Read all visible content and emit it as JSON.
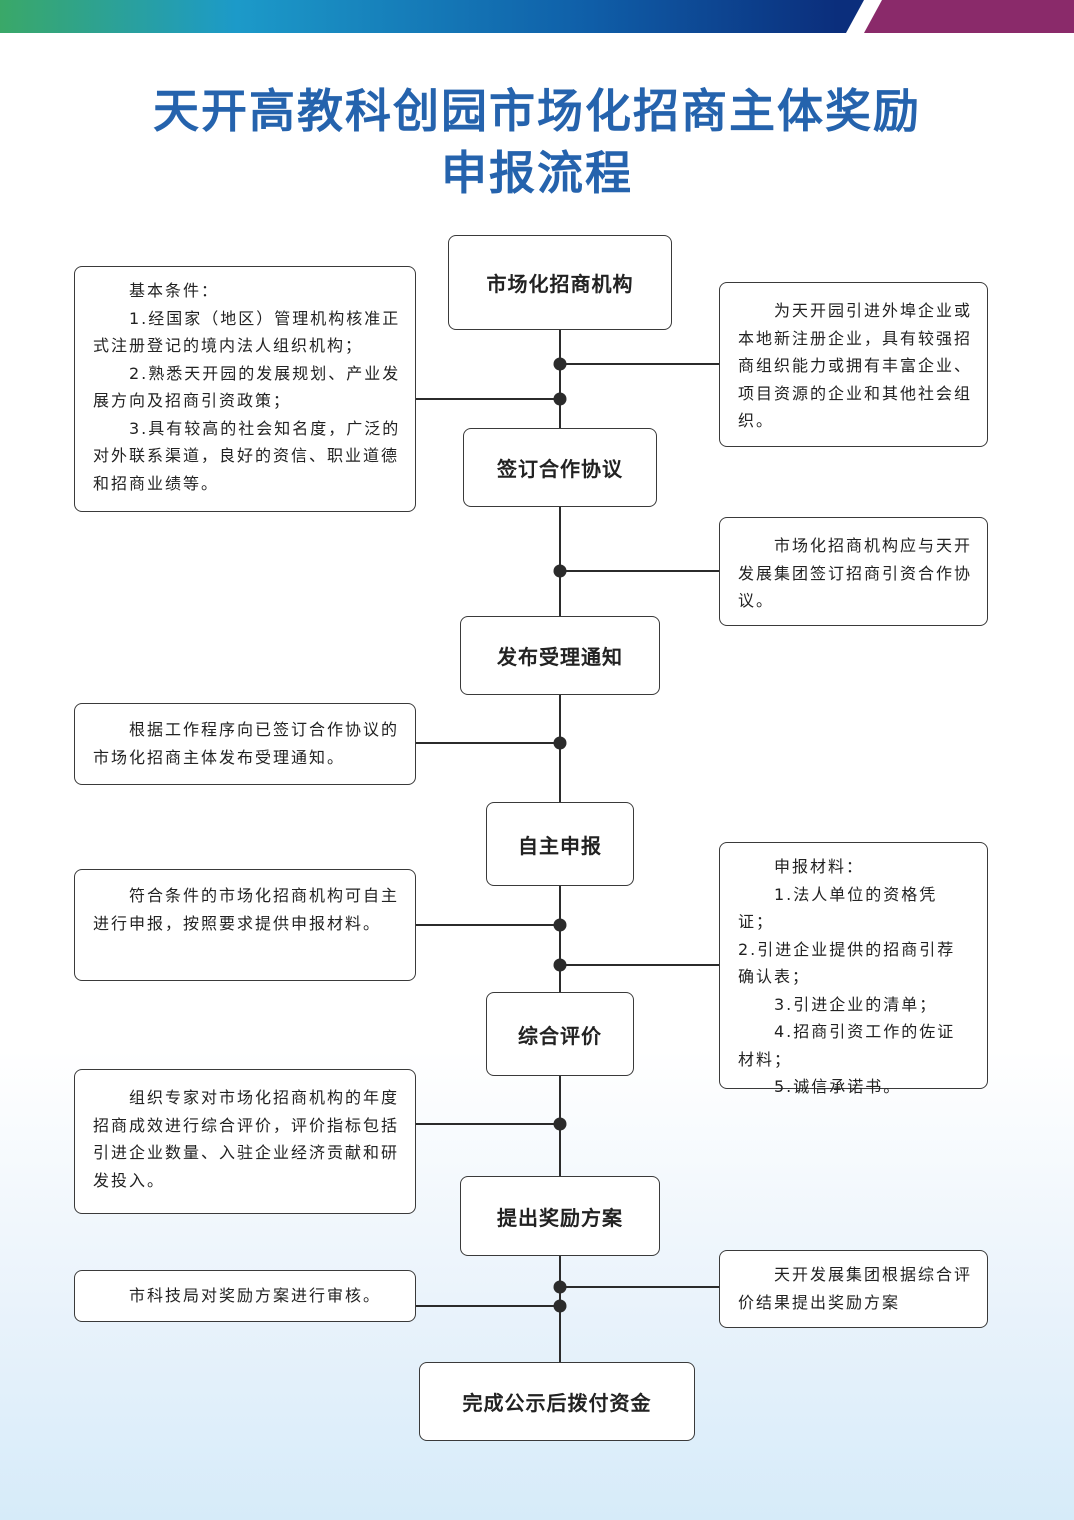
{
  "title": {
    "line1": "天开高教科创园市场化招商主体奖励",
    "line2": "申报流程"
  },
  "steps": [
    "市场化招商机构",
    "签订合作协议",
    "发布受理通知",
    "自主申报",
    "综合评价",
    "提出奖励方案",
    "完成公示后拨付资金"
  ],
  "notes": {
    "basic_conditions": [
      "基本条件：",
      "1.经国家（地区）管理机构核准正式注册登记的境内法人组织机构；",
      "2.熟悉天开园的发展规划、产业发展方向及招商引资政策；",
      "3.具有较高的社会知名度，广泛的对外联系渠道，良好的资信、职业道德和招商业绩等。"
    ],
    "institution_desc": "为天开园引进外埠企业或本地新注册企业，具有较强招商组织能力或拥有丰富企业、项目资源的企业和其他社会组织。",
    "agreement_desc": "市场化招商机构应与天开发展集团签订招商引资合作协议。",
    "notice_desc": "根据工作程序向已签订合作协议的市场化招商主体发布受理通知。",
    "self_apply_desc": "符合条件的市场化招商机构可自主进行申报，按照要求提供申报材料。",
    "materials": [
      "申报材料：",
      "1.法人单位的资格凭证；",
      "2.引进企业提供的招商引荐确认表；",
      "3.引进企业的清单；",
      "4.招商引资工作的佐证材料；",
      "5.诚信承诺书。"
    ],
    "evaluation_desc": "组织专家对市场化招商机构的年度招商成效进行综合评价，评价指标包括引进企业数量、入驻企业经济贡献和研发投入。",
    "review_desc": "市科技局对奖励方案进行审核。",
    "plan_desc": "天开发展集团根据综合评价结果提出奖励方案"
  },
  "colors": {
    "title": "#2563ad",
    "line": "#2b2b2b",
    "accent": "#8a2a6a"
  }
}
